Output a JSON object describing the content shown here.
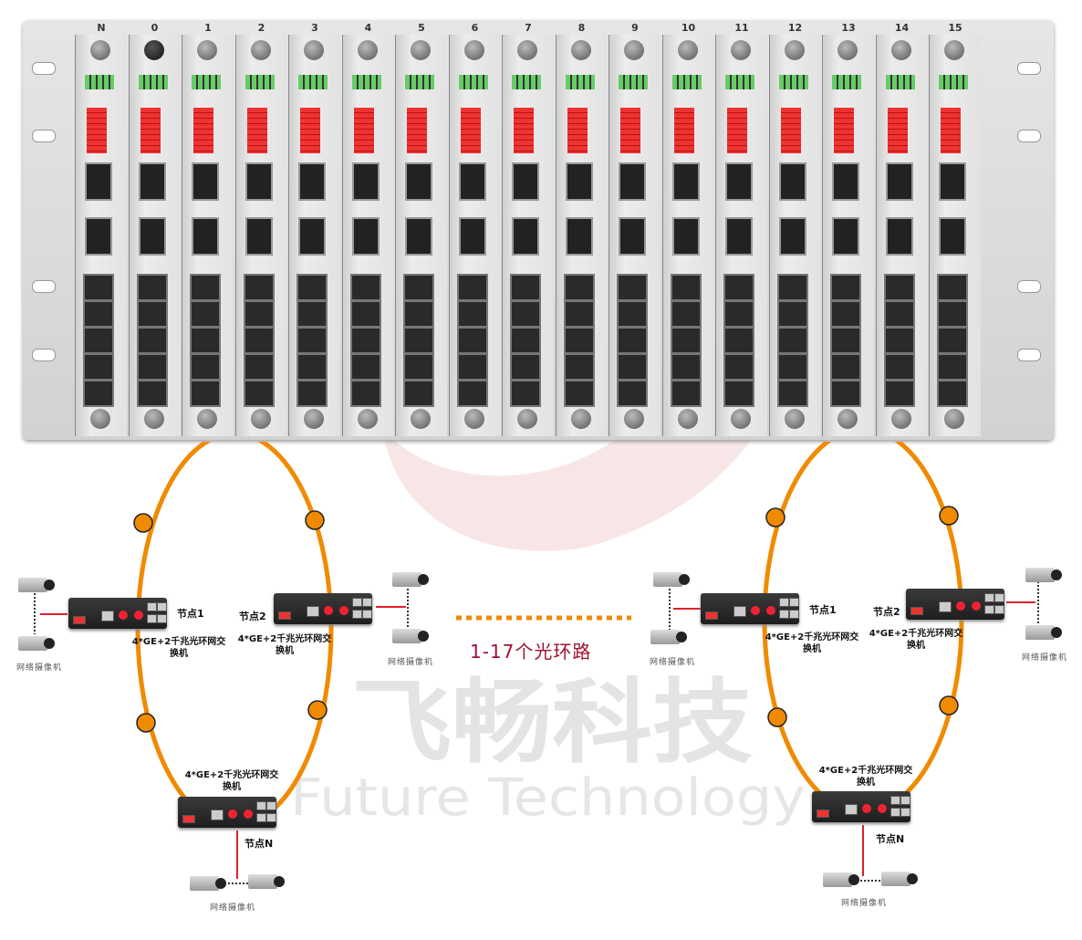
{
  "chassis": {
    "slots": [
      "N",
      "0",
      "1",
      "2",
      "3",
      "4",
      "5",
      "6",
      "7",
      "8",
      "9",
      "10",
      "11",
      "12",
      "13",
      "14",
      "15"
    ]
  },
  "watermark": {
    "cn": "飞畅科技",
    "en": "Future Technology"
  },
  "center_label": "1-17个光环路",
  "device_label": "4*GE+2千兆光环网交换机",
  "camera_label": "网络摄像机",
  "nodes": {
    "n1": "节点1",
    "n2": "节点2",
    "nN": "节点N"
  },
  "colors": {
    "ring": "#f08a00",
    "link": "#e0202a",
    "label": "#a01030"
  }
}
